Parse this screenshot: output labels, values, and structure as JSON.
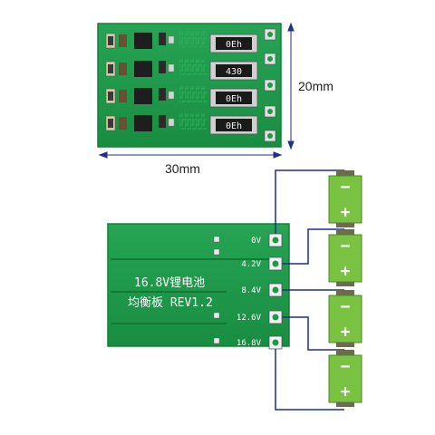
{
  "top_board": {
    "resistor_marks": [
      "0Eh",
      "430",
      "0Eh",
      "0Eh"
    ]
  },
  "dimensions": {
    "height_label": "20mm",
    "width_label": "30mm"
  },
  "bottom_board": {
    "title_line1": "16.8V锂电池",
    "title_line2": "均衡板 REV1.2",
    "pads": [
      "0V",
      "4.2V",
      "8.4V",
      "12.6V",
      "16.8V"
    ]
  },
  "batteries": {
    "minus_symbol": "−",
    "plus_symbol": "+"
  },
  "colors": {
    "pcb": "#1f9a4a",
    "pcb_dark": "#137a35",
    "battery_green": "#7ac242",
    "battery_cap": "#6b6b52",
    "wire": "#1e2f8c"
  }
}
